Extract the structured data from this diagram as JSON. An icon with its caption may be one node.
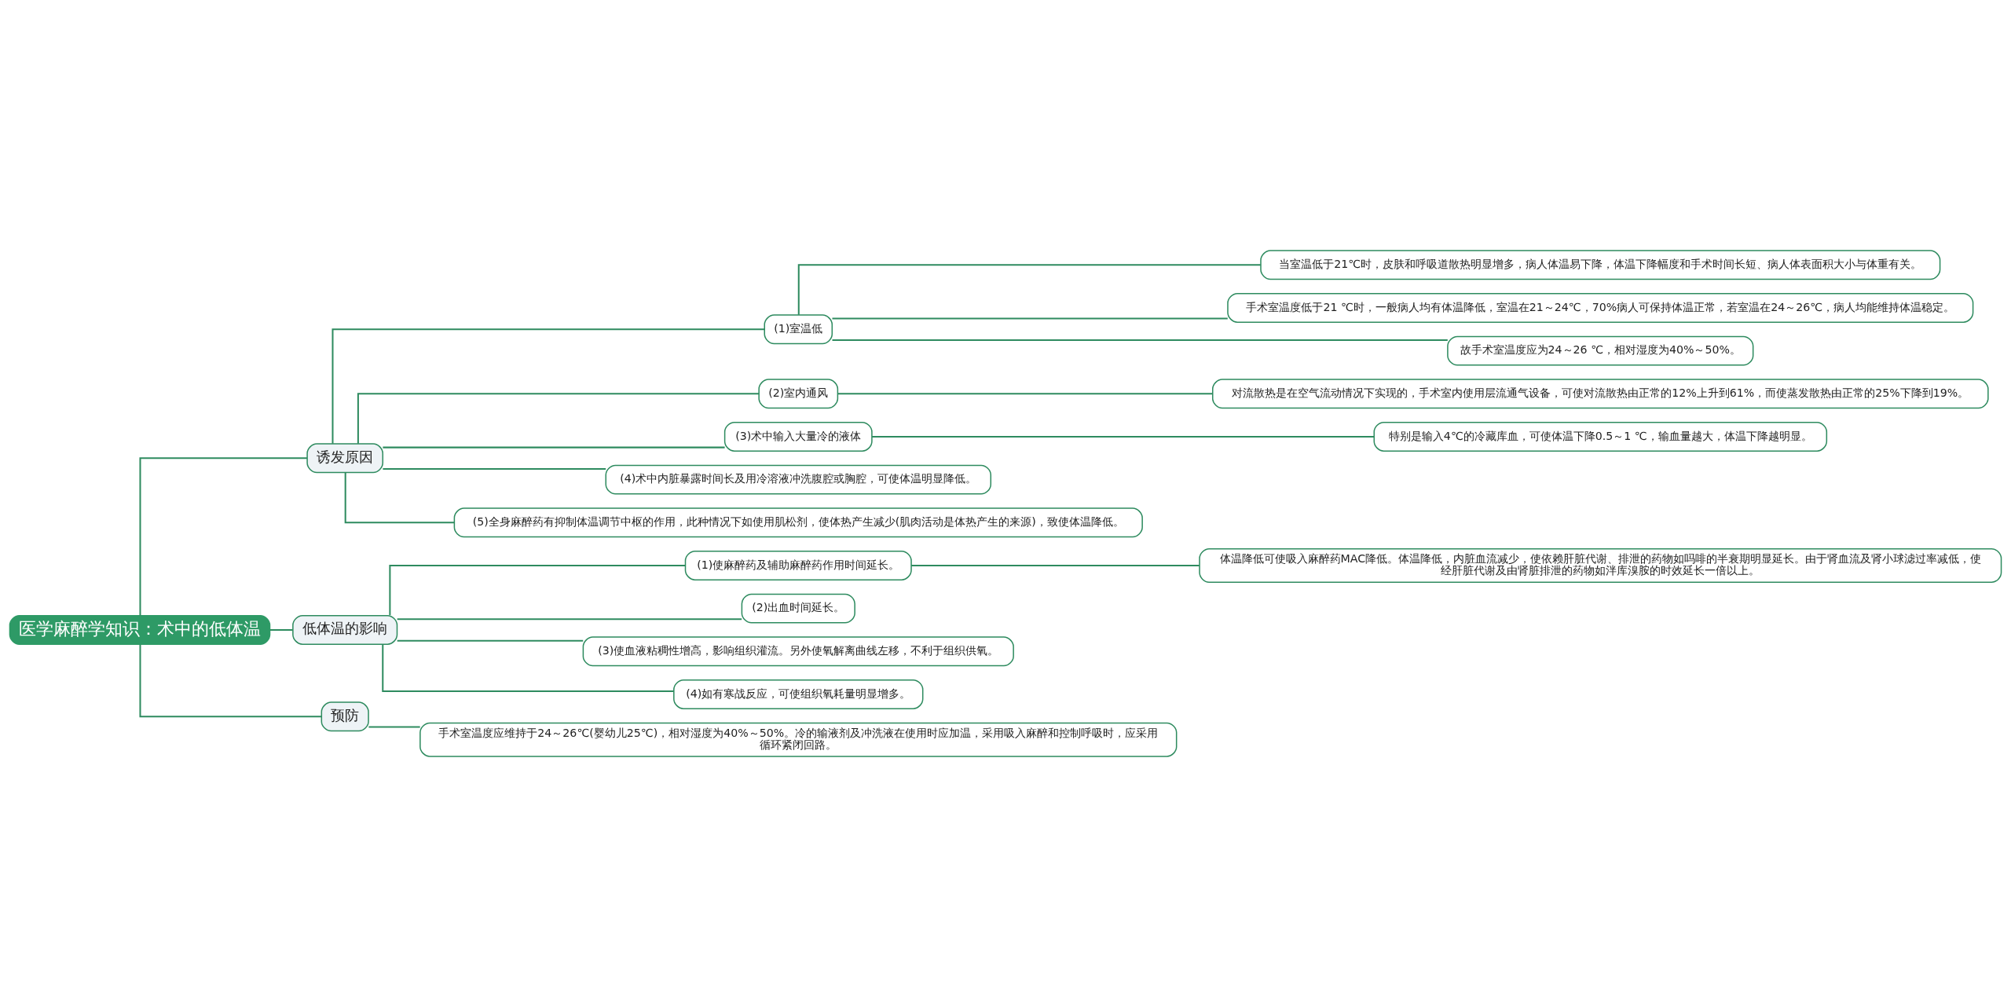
{
  "diagram": {
    "nodes": [
      {
        "text": [
          "医学麻醉学知识：术中的低体温"
        ]
      },
      {
        "text": [
          "诱发原因"
        ]
      },
      {
        "text": [
          "(1)室温低"
        ]
      },
      {
        "text": [
          "当室温低于21℃时，皮肤和呼吸道散热明显增多，病人体温易下降，体温下降幅度和手术时间长短、病人体表面积大小与体重有关。"
        ]
      },
      {
        "text": [
          "手术室温度低于21 ℃时，一般病人均有体温降低，室温在21～24℃，70%病人可保持体温正常，若室温在24～26℃，病人均能维持体温稳定。"
        ]
      },
      {
        "text": [
          "故手术室温度应为24～26 ℃，相对湿度为40%～50%。"
        ]
      },
      {
        "text": [
          "(2)室内通风"
        ]
      },
      {
        "text": [
          "对流散热是在空气流动情况下实现的，手术室内使用层流通气设备，可使对流散热由正常的12%上升到61%，而使蒸发散热由正常的25%下降到19%。"
        ]
      },
      {
        "text": [
          "(3)术中输入大量冷的液体"
        ]
      },
      {
        "text": [
          "特别是输入4℃的冷藏库血，可使体温下降0.5～1 ℃，输血量越大，体温下降越明显。"
        ]
      },
      {
        "text": [
          "(4)术中内脏暴露时间长及用冷溶液冲洗腹腔或胸腔，可使体温明显降低。"
        ]
      },
      {
        "text": [
          "(5)全身麻醉药有抑制体温调节中枢的作用，此种情况下如使用肌松剂，使体热产生减少(肌肉活动是体热产生的来源)，致使体温降低。"
        ]
      },
      {
        "text": [
          "低体温的影响"
        ]
      },
      {
        "text": [
          "(1)使麻醉药及辅助麻醉药作用时间延长。"
        ]
      },
      {
        "text": [
          "体温降低可使吸入麻醉药MAC降低。体温降低，内脏血流减少，使依赖肝脏代谢、排泄的药物如吗啡的半衰期明显延长。由于肾血流及肾小球滤过率减低，使经肝脏代谢及由肾脏排泄的药物如泮库溴胺的时效延长一倍以上。"
        ]
      },
      {
        "text": [
          "(2)出血时间延长。"
        ]
      },
      {
        "text": [
          "(3)使血液粘稠性增高，影响组织灌流。另外使氧解离曲线左移，不利于组织供氧。"
        ]
      },
      {
        "text": [
          "(4)如有寒战反应，可使组织氧耗量明显增多。"
        ]
      },
      {
        "text": [
          "预防"
        ]
      },
      {
        "text": [
          "手术室温度应维持于24～26℃(婴幼儿25℃)，相对湿度为40%～50%。冷的输液剂及冲洗液在使用时应加温，采用吸入麻醉和控制呼吸时，应采用循环紧闭回路。"
        ]
      }
    ],
    "edges": [
      {
        "from": 0,
        "to": 1,
        "arrow": "none"
      },
      {
        "from": 1,
        "to": 2,
        "arrow": "none"
      },
      {
        "from": 2,
        "to": 3,
        "arrow": "none"
      },
      {
        "from": 2,
        "to": 4,
        "arrow": "none"
      },
      {
        "from": 2,
        "to": 5,
        "arrow": "none"
      },
      {
        "from": 1,
        "to": 6,
        "arrow": "none"
      },
      {
        "from": 6,
        "to": 7,
        "arrow": "none"
      },
      {
        "from": 1,
        "to": 8,
        "arrow": "none"
      },
      {
        "from": 8,
        "to": 9,
        "arrow": "none"
      },
      {
        "from": 1,
        "to": 10,
        "arrow": "none"
      },
      {
        "from": 1,
        "to": 11,
        "arrow": "none"
      },
      {
        "from": 0,
        "to": 12,
        "arrow": "none"
      },
      {
        "from": 12,
        "to": 13,
        "arrow": "none"
      },
      {
        "from": 13,
        "to": 14,
        "arrow": "none"
      },
      {
        "from": 12,
        "to": 15,
        "arrow": "none"
      },
      {
        "from": 12,
        "to": 16,
        "arrow": "none"
      },
      {
        "from": 12,
        "to": 17,
        "arrow": "none"
      },
      {
        "from": 0,
        "to": 18,
        "arrow": "none"
      },
      {
        "from": 18,
        "to": 19,
        "arrow": "none"
      }
    ]
  }
}
